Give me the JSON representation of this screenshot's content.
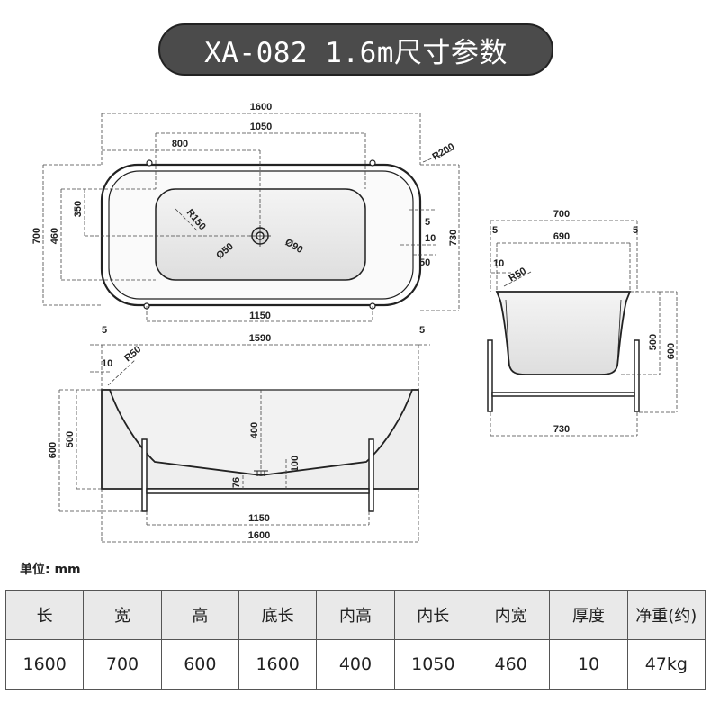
{
  "title": "XA-082 1.6m尺寸参数",
  "unit_label": "单位: mm",
  "dimensions": {
    "top_overall_length": "1600",
    "top_inner_length": "1050",
    "top_drain_offset": "800",
    "top_corner_radius": "R200",
    "top_inner_radius": "R150",
    "top_drain_dia_a": "Ø50",
    "top_drain_dia_b": "Ø90",
    "top_width": "700",
    "top_inner_width": "460",
    "top_drain_side": "350",
    "top_outer_width": "730",
    "top_rim_a": "5",
    "top_rim_b": "10",
    "top_rim_c": "50",
    "top_leg_span": "1150",
    "side_width": "700",
    "side_left_rim": "5",
    "side_inner_width": "690",
    "side_right_rim": "5",
    "side_wall": "10",
    "side_radius": "R50",
    "side_inner_height": "500",
    "side_height": "600",
    "side_base_width": "730",
    "front_left_rim": "5",
    "front_length": "1590",
    "front_right_rim": "5",
    "front_wall": "10",
    "front_radius": "R50",
    "front_height": "600",
    "front_inner_height": "500",
    "front_depth": "400",
    "front_drain_height": "100",
    "front_drain_gap": "76",
    "front_leg_span": "1150",
    "front_base_length": "1600"
  },
  "spec_table": {
    "headers": [
      "长",
      "宽",
      "高",
      "底长",
      "内高",
      "内长",
      "内宽",
      "厚度",
      "净重(约)"
    ],
    "values": [
      "1600",
      "700",
      "600",
      "1600",
      "400",
      "1050",
      "460",
      "10",
      "47kg"
    ]
  }
}
